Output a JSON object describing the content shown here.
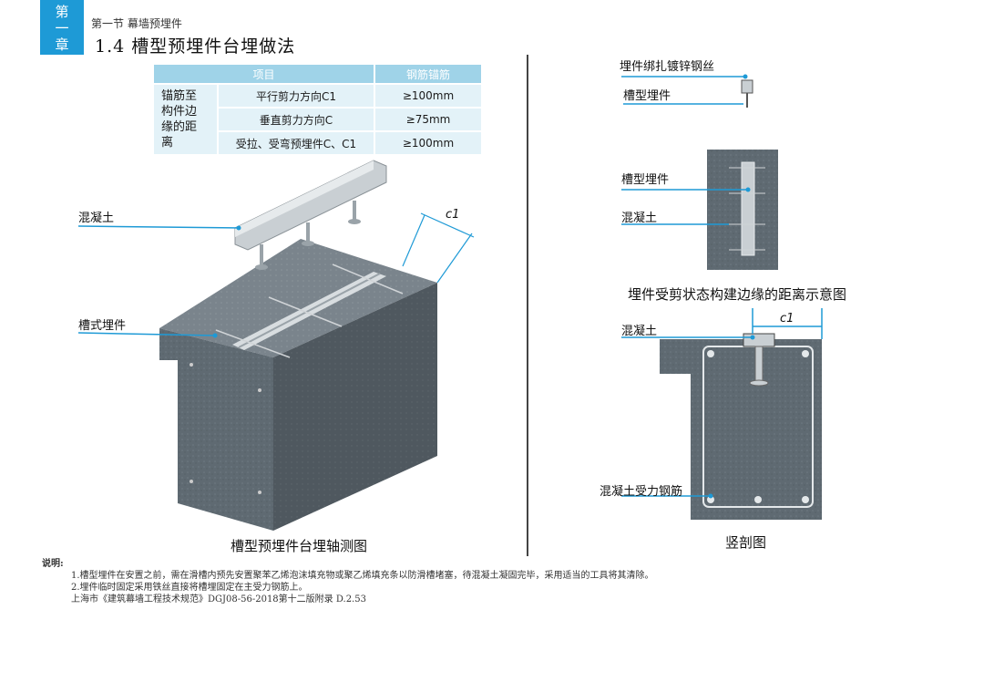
{
  "header": {
    "chapter_tab": [
      "第",
      "一",
      "章"
    ],
    "section": "第一节 幕墙预埋件",
    "title": "1.4 槽型预埋件台埋做法"
  },
  "table": {
    "headers": [
      "项目",
      "钢筋锚筋"
    ],
    "row_group_label": "锚筋至构件边缘的距离",
    "row_group_lines": [
      "锚筋至",
      "构件边",
      "缘的距",
      "离"
    ],
    "rows": [
      {
        "item": "平行剪力方向C1",
        "value": "≥100mm"
      },
      {
        "item": "垂直剪力方向C",
        "value": "≥75mm"
      },
      {
        "item": "受拉、受弯预埋件C、C1",
        "value": "≥100mm"
      }
    ]
  },
  "left_figure": {
    "label_concrete": "混凝土",
    "label_channel": "槽式埋件",
    "dimension": "c1",
    "caption": "槽型预埋件台埋轴测图"
  },
  "right_top": {
    "label_wire": "埋件绑扎镀锌钢丝",
    "label_channel": "槽型埋件"
  },
  "right_middle": {
    "label_channel": "槽型埋件",
    "label_concrete": "混凝土",
    "caption": "埋件受剪状态构建边缘的距离示意图"
  },
  "right_bottom": {
    "label_concrete": "混凝土",
    "dimension": "c1",
    "label_rebar": "混凝土受力钢筋",
    "caption": "竖剖图"
  },
  "notes": {
    "heading": "说明:",
    "lines": [
      "1.槽型埋件在安置之前，需在滑槽内预先安置聚苯乙烯泡沫填充物或聚乙烯填充条以防滑槽堵塞，待混凝土凝固完毕，采用适当的工具将其清除。",
      "2.埋件临时固定采用铁丝直接将槽埋固定在主受力钢筋上。",
      "上海市《建筑幕墙工程技术规范》DGJ08-56-2018第十二版附录 D.2.53"
    ]
  }
}
